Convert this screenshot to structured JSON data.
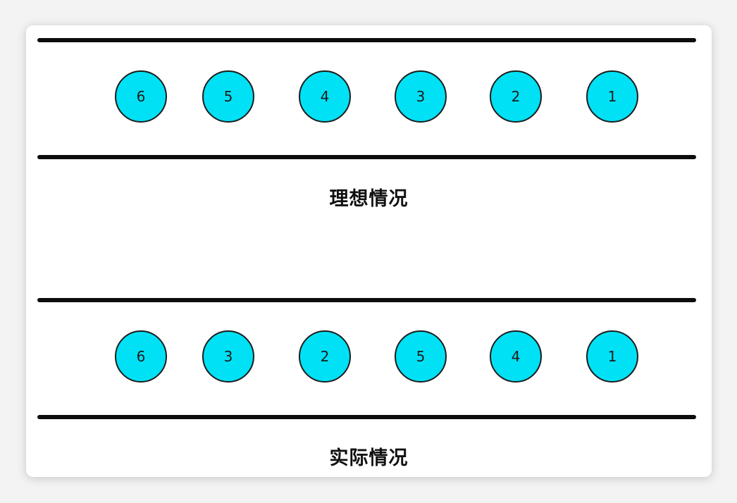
{
  "diagram": {
    "ideal": {
      "caption": "理想情况",
      "packets": [
        "6",
        "5",
        "4",
        "3",
        "2",
        "1"
      ]
    },
    "actual": {
      "caption": "实际情况",
      "packets": [
        "6",
        "3",
        "2",
        "5",
        "4",
        "1"
      ]
    }
  },
  "colors": {
    "packet_fill": "#00e1f5",
    "packet_border": "#1c1c1c",
    "line": "#0d0d0d"
  }
}
